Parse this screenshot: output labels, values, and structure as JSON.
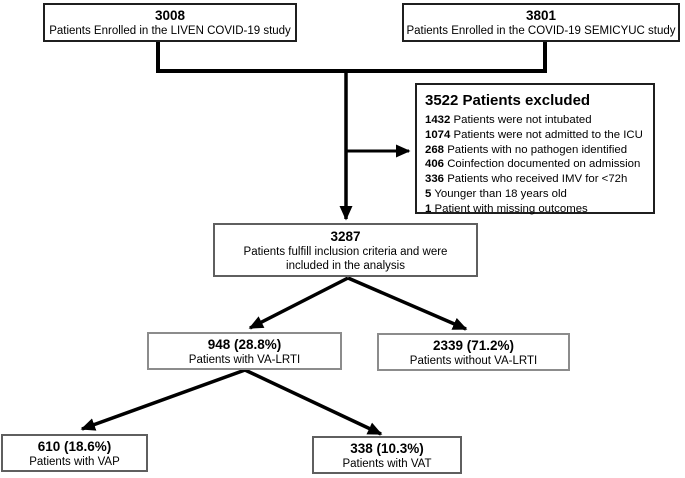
{
  "colors": {
    "background": "#ffffff",
    "text": "#000000",
    "line": "#000000",
    "border_dark": "#1f1f1f",
    "border_mid": "#5f5f5f",
    "border_gray": "#8c8c8c"
  },
  "flowchart": {
    "liven": {
      "count": "3008",
      "label": "Patients Enrolled in the LIVEN COVID-19 study"
    },
    "semicyuc": {
      "count": "3801",
      "label": "Patients Enrolled in the COVID-19 SEMICYUC study"
    },
    "excluded": {
      "title": "3522 Patients excluded",
      "items": [
        {
          "count": "1432",
          "label": "Patients were not intubated"
        },
        {
          "count": "1074",
          "label": "Patients were not admitted to the ICU"
        },
        {
          "count": "268",
          "label": "Patients with no pathogen identified"
        },
        {
          "count": "406",
          "label": "Coinfection documented on admission"
        },
        {
          "count": "336",
          "label": "Patients who received IMV for <72h"
        },
        {
          "count": "5",
          "label": "Younger than 18 years old"
        },
        {
          "count": "1",
          "label": "Patient with missing outcomes"
        }
      ]
    },
    "included": {
      "count": "3287",
      "label_line1": "Patients fulfill inclusion criteria and were",
      "label_line2": "included in the analysis"
    },
    "va_lrti": {
      "count": "948 (28.8%)",
      "label": "Patients with VA-LRTI"
    },
    "no_va_lrti": {
      "count": "2339 (71.2%)",
      "label": "Patients without VA-LRTI"
    },
    "vap": {
      "count": "610 (18.6%)",
      "label": "Patients with VAP"
    },
    "vat": {
      "count": "338 (10.3%)",
      "label": "Patients with VAT"
    }
  }
}
